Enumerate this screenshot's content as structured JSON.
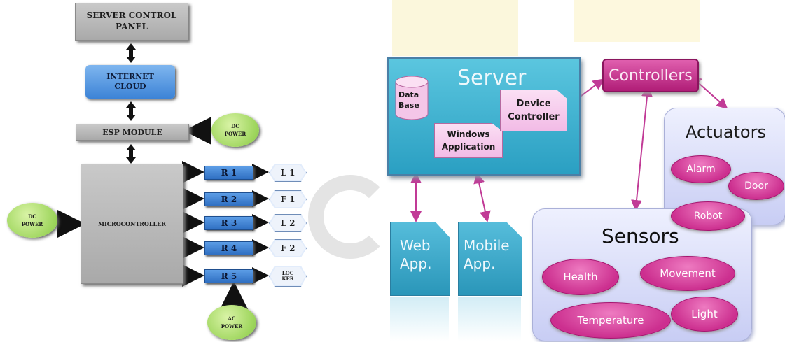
{
  "left_diagram": {
    "server_panel": "SERVER CONTROL PANEL",
    "internet_cloud": "INTERNET CLOUD",
    "esp_module": "ESP MODULE",
    "microcontroller": "MICROCONTROLLER",
    "dc_power_esp": "DC POWER",
    "dc_power_mcu": "DC POWER",
    "ac_power": "AC POWER",
    "relays": [
      "R 1",
      "R 2",
      "R 3",
      "R 4",
      "R 5"
    ],
    "loads": [
      "L 1",
      "F 1",
      "L 2",
      "F 2",
      "LOC KER"
    ]
  },
  "right_diagram": {
    "server": "Server",
    "database": "Data Base",
    "windows_app": "Windows Application",
    "device_controller": "Device Controller",
    "controllers": "Controllers",
    "actuators": "Actuators",
    "alarm": "Alarm",
    "door": "Door",
    "robot": "Robot",
    "sensors": "Sensors",
    "health": "Health",
    "movement": "Movement",
    "temperature": "Temperature",
    "light": "Light",
    "web_app": "Web App.",
    "mobile_app": "Mobile App."
  },
  "colors": {
    "server_blue": "#2a9fc2",
    "magenta": "#cc2f8f",
    "relay_blue": "#2f6fc2",
    "power_green": "#9fd65e"
  }
}
